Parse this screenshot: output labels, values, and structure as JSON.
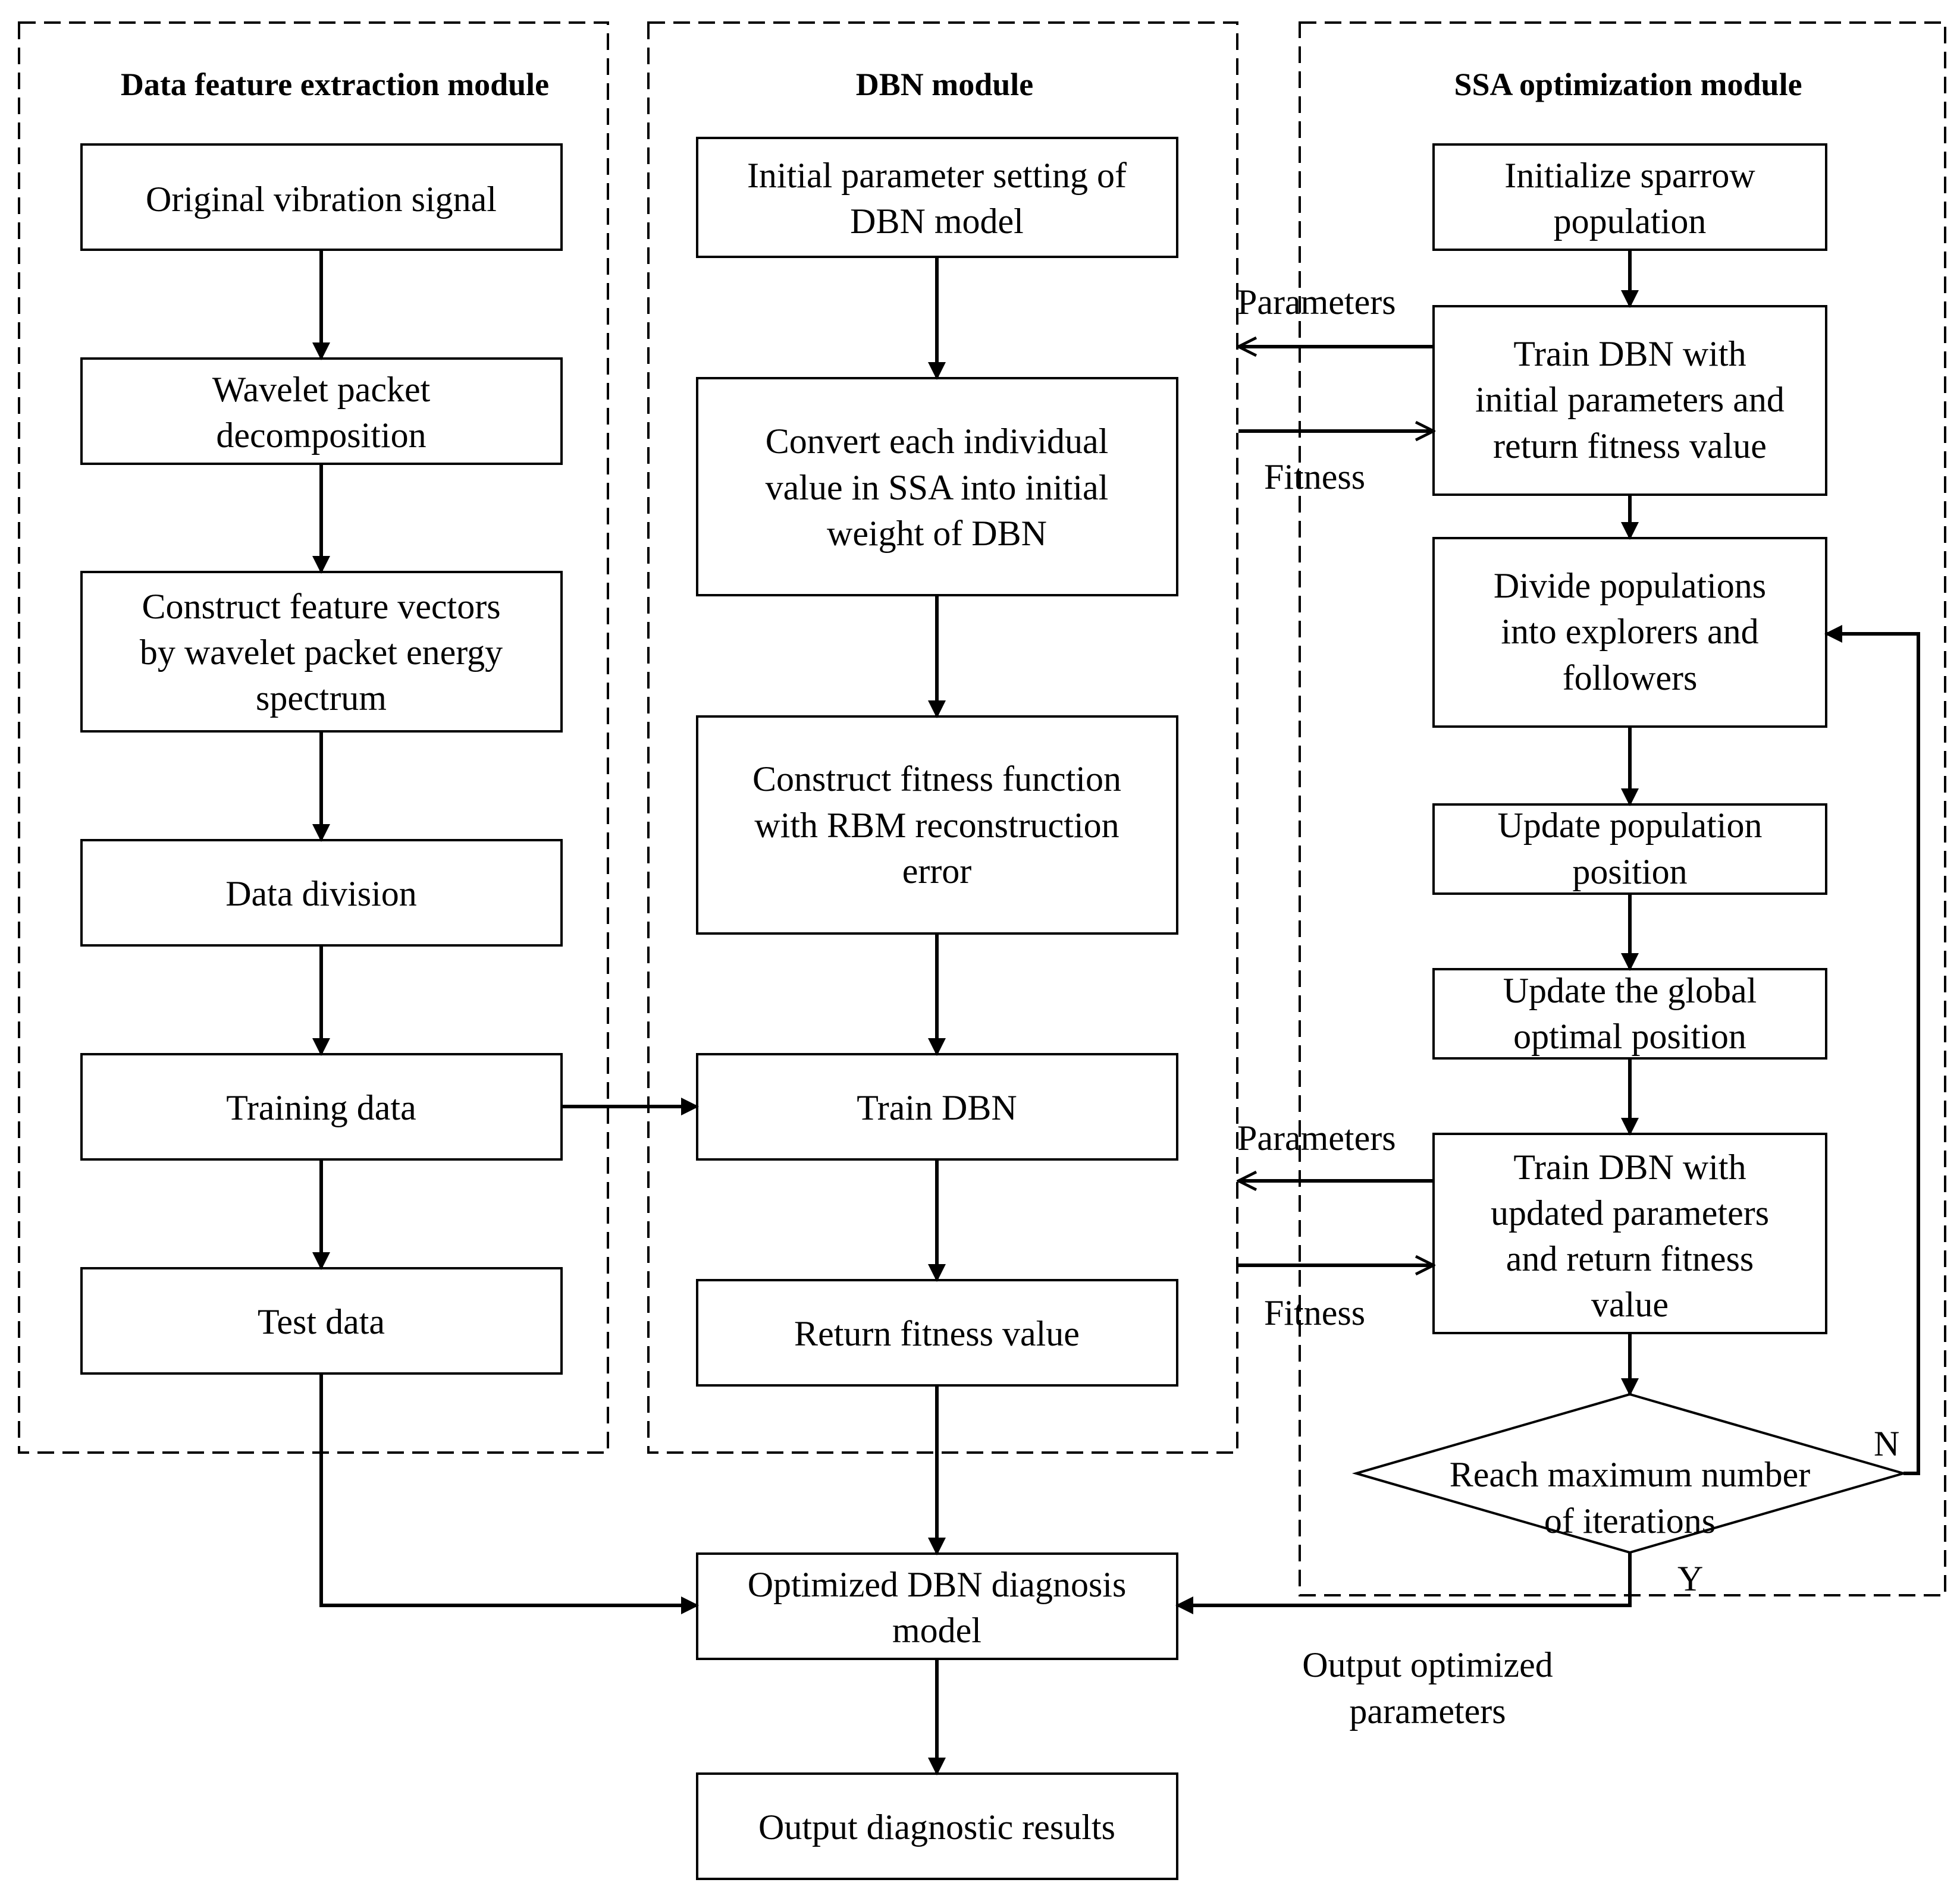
{
  "modules": {
    "feature": "Data feature extraction module",
    "dbn": "DBN module",
    "ssa": "SSA optimization module"
  },
  "nodes": {
    "original_signal": [
      "Original vibration signal"
    ],
    "wavelet_decomp": [
      "Wavelet packet",
      "decomposition"
    ],
    "construct_vectors": [
      "Construct feature vectors",
      "by wavelet packet energy",
      "spectrum"
    ],
    "data_division": [
      "Data division"
    ],
    "training_data": [
      "Training data"
    ],
    "test_data": [
      "Test data"
    ],
    "initial_param": [
      "Initial parameter setting of",
      "DBN model"
    ],
    "convert_individual": [
      "Convert each individual",
      "value in SSA into initial",
      "weight of DBN"
    ],
    "construct_fitness": [
      "Construct fitness function",
      "with RBM reconstruction",
      "error"
    ],
    "train_dbn": [
      "Train DBN"
    ],
    "return_fitness": [
      "Return fitness value"
    ],
    "optimized_model": [
      "Optimized DBN diagnosis",
      "model"
    ],
    "output_results": [
      "Output diagnostic results"
    ],
    "init_sparrow": [
      "Initialize sparrow",
      "population"
    ],
    "train_initial": [
      "Train DBN with",
      "initial parameters and",
      "return fitness value"
    ],
    "divide_pop": [
      "Divide populations",
      "into explorers and",
      "followers"
    ],
    "update_pos": [
      "Update population",
      "position"
    ],
    "update_global": [
      "Update the global",
      "optimal position"
    ],
    "train_updated": [
      "Train DBN with",
      "updated parameters",
      "and return fitness",
      "value"
    ],
    "reach_max": [
      "Reach maximum number",
      "of iterations"
    ]
  },
  "edge_labels": {
    "parameters_1": "Parameters",
    "fitness_1": "Fitness",
    "parameters_2": "Parameters",
    "fitness_2": "Fitness",
    "yes": "Y",
    "no": "N",
    "output_opt": [
      "Output optimized",
      "parameters"
    ]
  }
}
